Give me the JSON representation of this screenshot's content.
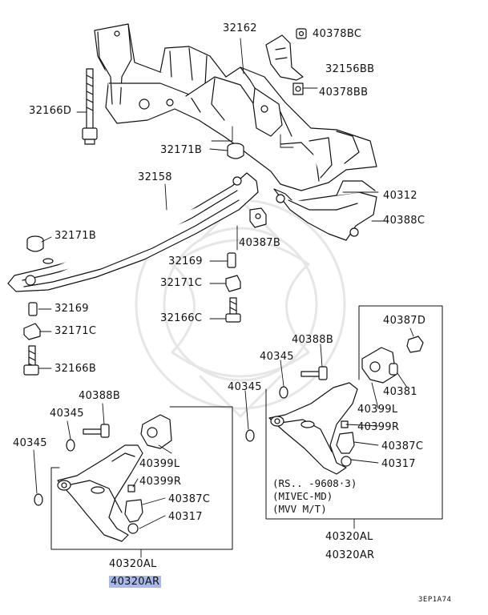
{
  "labels": {
    "p32162": "32162",
    "p40378BC": "40378BC",
    "p32156BB": "32156BB",
    "p40378BB": "40378BB",
    "p32166D": "32166D",
    "p32171B_a": "32171B",
    "p32158": "32158",
    "p40312": "40312",
    "p40388C": "40388C",
    "p32171B_b": "32171B",
    "p40387B": "40387B",
    "p32169_a": "32169",
    "p32171C_a": "32171C",
    "p32166C": "32166C",
    "p32169_b": "32169",
    "p32171C_b": "32171C",
    "p32166B": "32166B",
    "p40387D": "40387D",
    "p40388B_r": "40388B",
    "p40345_r1": "40345",
    "p40381": "40381",
    "p40345_r2": "40345",
    "p40399L_r": "40399L",
    "p40399R_r": "40399R",
    "p40387C_r": "40387C",
    "p40317_r": "40317",
    "p40388B_l": "40388B",
    "p40345_l1": "40345",
    "p40345_l2": "40345",
    "p40399L_l": "40399L",
    "p40399R_l": "40399R",
    "p40387C_l": "40387C",
    "p40317_l": "40317",
    "p40320AL_l": "40320AL",
    "p40320AR_l": "40320AR",
    "p40320AL_r": "40320AL",
    "p40320AR_r": "40320AR"
  },
  "note": {
    "line1": "(RS.. -9608·3)",
    "line2": "(MIVEC-MD)",
    "line3": "(MVV M/T)"
  },
  "diagram_code": "3EP1A74",
  "colors": {
    "ink": "#111111",
    "highlight": "#a9b8e6",
    "watermark": "#e6e6e6"
  }
}
